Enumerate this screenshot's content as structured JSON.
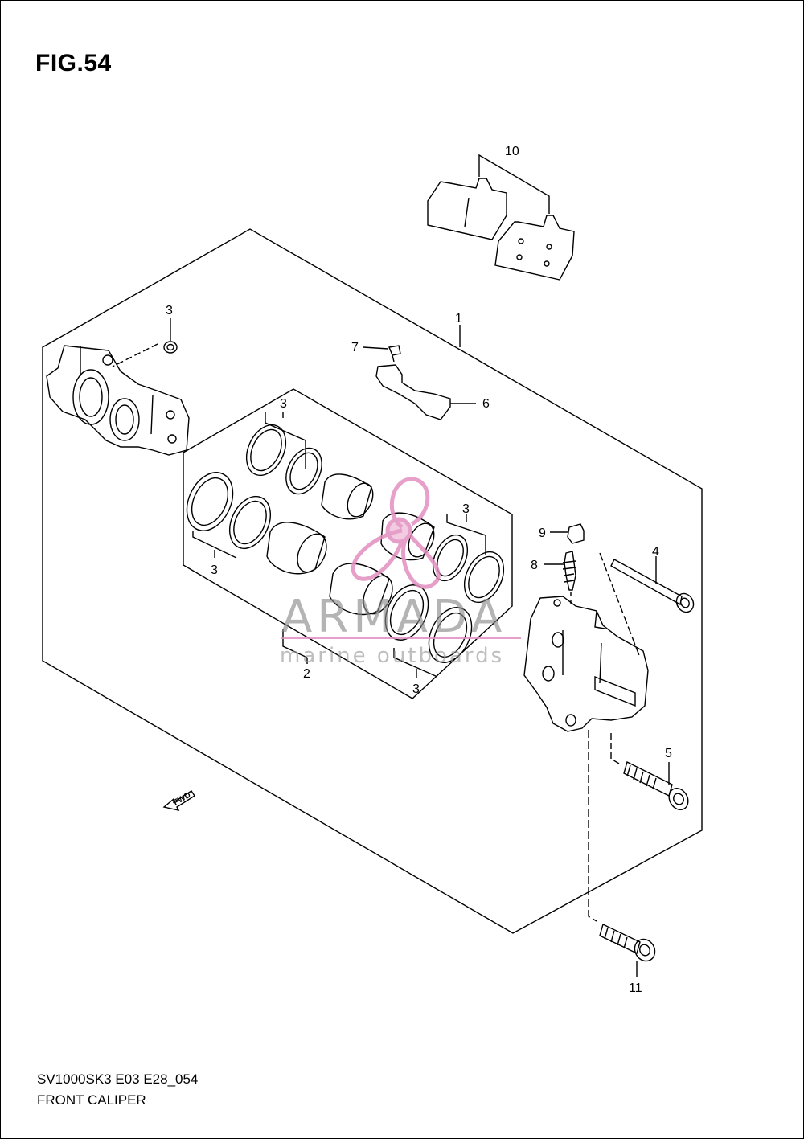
{
  "figure": {
    "title": "FIG.54",
    "model_code": "SV1000SK3 E03 E28_054",
    "section_name": "FRONT CALIPER"
  },
  "callouts": {
    "c1": "1",
    "c2": "2",
    "c3a": "3",
    "c3b": "3",
    "c3c": "3",
    "c3d": "3",
    "c3e": "3",
    "c4": "4",
    "c5": "5",
    "c6": "6",
    "c7": "7",
    "c8": "8",
    "c9": "9",
    "c10": "10",
    "c11": "11"
  },
  "direction_marker": "FWD",
  "watermark": {
    "brand": "ARMADA",
    "tagline": "marine outboards",
    "color": "#e28fbf"
  }
}
